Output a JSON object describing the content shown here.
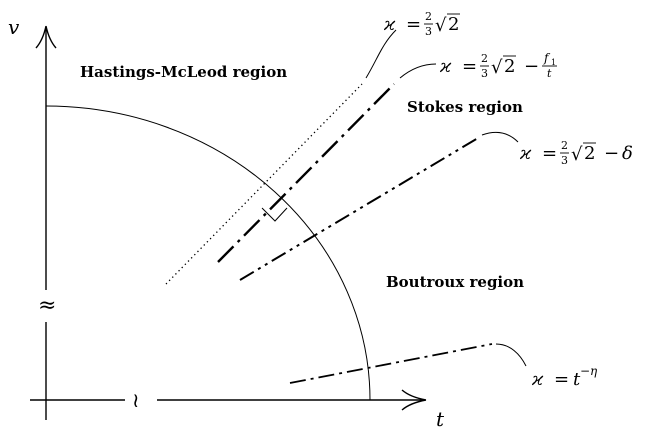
{
  "axes": {
    "vertical_label": "v",
    "horizontal_label": "t",
    "vertical_break": "≈",
    "horizontal_break": "≀"
  },
  "regions": {
    "hastings": "Hastings-McLeod region",
    "stokes": "Stokes region",
    "boutroux": "Boutroux region"
  },
  "curves": {
    "c1": {
      "lhs": "ϰ",
      "eq": "=",
      "num": "2",
      "den": "3",
      "root_sign": "√",
      "root_arg": "2"
    },
    "c2": {
      "lhs": "ϰ",
      "eq": "=",
      "num": "2",
      "den": "3",
      "root_sign": "√",
      "root_arg": "2",
      "minus": "−",
      "frac_num_base": "f",
      "frac_num_sub": "1",
      "frac_den": "t"
    },
    "c3": {
      "lhs": "ϰ",
      "eq": "=",
      "num": "2",
      "den": "3",
      "root_sign": "√",
      "root_arg": "2",
      "minus": "−",
      "tail": "δ"
    },
    "c4": {
      "lhs": "ϰ",
      "eq": "=",
      "base": "t",
      "exp": "−η"
    }
  }
}
